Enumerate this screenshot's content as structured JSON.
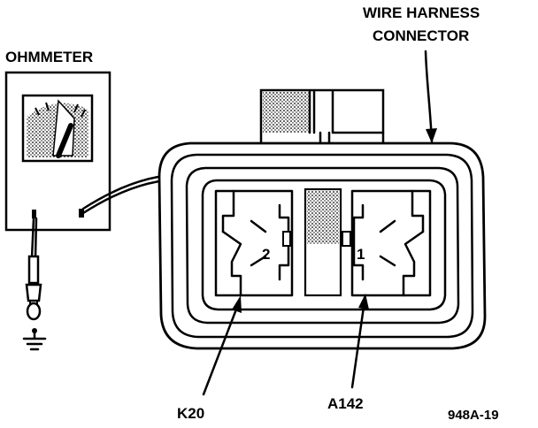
{
  "labels": {
    "ohmmeter": "OHMMETER",
    "harness_line1": "WIRE HARNESS",
    "harness_line2": "CONNECTOR",
    "pin_2": "2",
    "pin_1": "1",
    "k20": "K20",
    "a142": "A142",
    "figure_id": "948A-19"
  }
}
